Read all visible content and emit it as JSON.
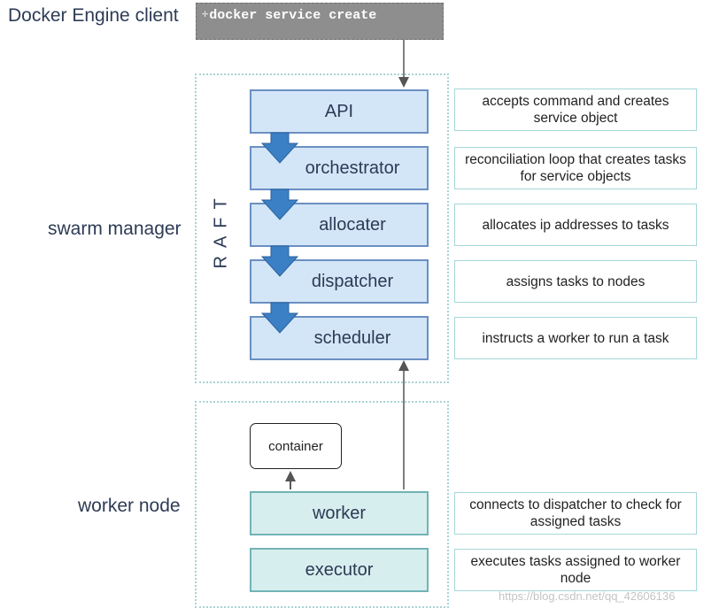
{
  "labels": {
    "client": "Docker Engine client",
    "swarm_manager": "swarm manager",
    "worker_node": "worker node",
    "raft": "RAFT"
  },
  "command": {
    "icon": "cursor-crosshair-icon",
    "text": "docker service create"
  },
  "manager_components": [
    {
      "label": "API",
      "description": "accepts command and creates service object"
    },
    {
      "label": "orchestrator",
      "description": "reconciliation loop that creates tasks for service objects"
    },
    {
      "label": "allocater",
      "description": "allocates ip addresses to tasks"
    },
    {
      "label": "dispatcher",
      "description": "assigns tasks to nodes"
    },
    {
      "label": "scheduler",
      "description": "instructs a worker to run a task"
    }
  ],
  "worker_components": [
    {
      "label": "worker",
      "description": "connects to dispatcher to check for assigned tasks"
    },
    {
      "label": "executor",
      "description": "executes tasks assigned to worker node"
    }
  ],
  "container": "container",
  "watermark": "https://blog.csdn.net/qq_42606136",
  "colors": {
    "manager_fill": "#d3e6f7",
    "manager_border": "#6b8fc2",
    "worker_fill": "#d7eeee",
    "worker_border": "#72b3b6",
    "flow_arrow": "#3b7fc4",
    "command_bar": "#8e8e8e",
    "dotted_region": "#a9d3d4"
  }
}
